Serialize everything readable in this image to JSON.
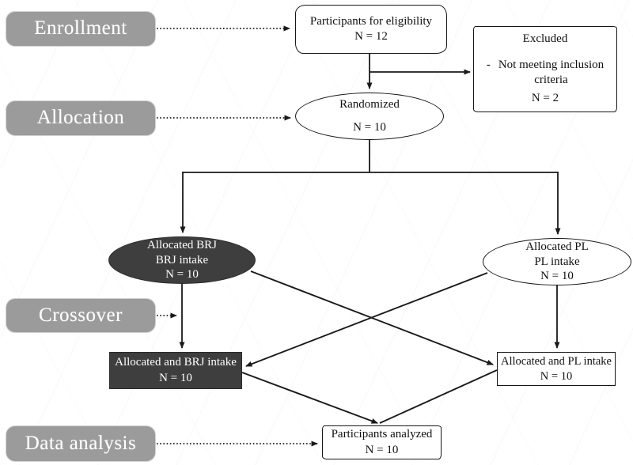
{
  "stages": [
    {
      "label": "Enrollment"
    },
    {
      "label": "Allocation"
    },
    {
      "label": "Crossover"
    },
    {
      "label": "Data analysis"
    }
  ],
  "nodes": {
    "eligibility": {
      "line1": "Participants for eligibility",
      "line2": "N = 12"
    },
    "excluded": {
      "title": "Excluded",
      "bullet": "-",
      "reason_line1": "Not meeting inclusion",
      "reason_line2": "criteria",
      "count": "N = 2"
    },
    "randomized": {
      "line1": "Randomized",
      "line2": "N = 10"
    },
    "brj_ellipse": {
      "line1": "Allocated BRJ",
      "line2": "BRJ intake",
      "line3": "N = 10"
    },
    "pl_ellipse": {
      "line1": "Allocated PL",
      "line2": "PL intake",
      "line3": "N = 10"
    },
    "brj_rect": {
      "line1": "Allocated and BRJ intake",
      "line2": "N = 10"
    },
    "pl_rect": {
      "line1": "Allocated and PL intake",
      "line2": "N = 10"
    },
    "analyzed": {
      "line1": "Participants analyzed",
      "line2": "N = 10"
    }
  },
  "colors": {
    "stage_fill": "#9b9b9b",
    "dark_fill": "#3e3e3e",
    "line": "#1a1a1a",
    "text_light": "#ffffff",
    "text_dark": "#111111",
    "background": "#ffffff"
  }
}
